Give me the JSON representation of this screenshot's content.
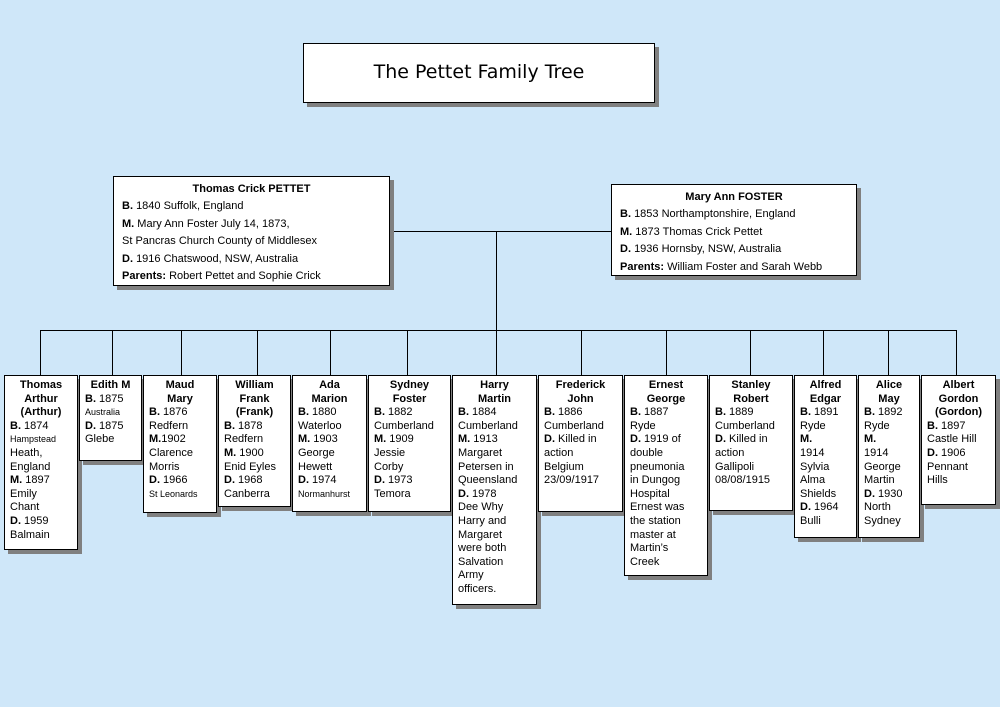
{
  "title": "The Pettet Family Tree",
  "father": {
    "name": "Thomas Crick PETTET",
    "born": "1840 Suffolk, England",
    "married": "Mary Ann Foster July 14, 1873,",
    "married_place": "St Pancras Church County of Middlesex",
    "died": "1916 Chatswood, NSW, Australia",
    "parents": "Robert Pettet and Sophie Crick"
  },
  "mother": {
    "name": "Mary Ann FOSTER",
    "born": "1853 Northamptonshire, England",
    "married": "1873 Thomas Crick Pettet",
    "died": "1936 Hornsby, NSW, Australia",
    "parents": "William Foster and Sarah Webb"
  },
  "labels": {
    "b": "B.",
    "m": "M.",
    "d": "D.",
    "parents": "Parents:"
  },
  "children": [
    {
      "name_lines": [
        "Thomas",
        "Arthur",
        "(Arthur)"
      ],
      "lines": [
        [
          {
            "t": "B.",
            "b": true
          },
          {
            "t": " 1874"
          }
        ],
        [
          {
            "t": "Hampstead",
            "s": true
          }
        ],
        [
          {
            "t": "Heath,"
          }
        ],
        [
          {
            "t": "England"
          }
        ],
        [
          {
            "t": "M.",
            "b": true
          },
          {
            "t": "  1897"
          }
        ],
        [
          {
            "t": "Emily"
          }
        ],
        [
          {
            "t": "Chant"
          }
        ],
        [
          {
            "t": "D.",
            "b": true
          },
          {
            "t": "  1959"
          }
        ],
        [
          {
            "t": "Balmain"
          }
        ]
      ]
    },
    {
      "name_lines": [
        "Edith M"
      ],
      "lines": [
        [
          {
            "t": "B.",
            "b": true
          },
          {
            "t": " 1875"
          }
        ],
        [
          {
            "t": "Australia",
            "s": true
          }
        ],
        [
          {
            "t": "D.",
            "b": true
          },
          {
            "t": " 1875"
          }
        ],
        [
          {
            "t": "Glebe"
          }
        ]
      ]
    },
    {
      "name_lines": [
        "Maud",
        "Mary"
      ],
      "lines": [
        [
          {
            "t": "B.",
            "b": true
          },
          {
            "t": " 1876"
          }
        ],
        [
          {
            "t": "Redfern"
          }
        ],
        [
          {
            "t": "M.",
            "b": true
          },
          {
            "t": "1902"
          }
        ],
        [
          {
            "t": "Clarence"
          }
        ],
        [
          {
            "t": "Morris"
          }
        ],
        [
          {
            "t": "D.",
            "b": true
          },
          {
            "t": " 1966"
          }
        ],
        [
          {
            "t": "St Leonards",
            "s": true
          }
        ]
      ]
    },
    {
      "name_lines": [
        "William",
        "Frank",
        "(Frank)"
      ],
      "lines": [
        [
          {
            "t": "B.",
            "b": true
          },
          {
            "t": " 1878"
          }
        ],
        [
          {
            "t": "Redfern"
          }
        ],
        [
          {
            "t": "M.",
            "b": true
          },
          {
            "t": " 1900"
          }
        ],
        [
          {
            "t": "Enid Eyles"
          }
        ],
        [
          {
            "t": "D.",
            "b": true
          },
          {
            "t": " 1968"
          }
        ],
        [
          {
            "t": "Canberra"
          }
        ]
      ]
    },
    {
      "name_lines": [
        "Ada",
        "Marion"
      ],
      "lines": [
        [
          {
            "t": "B.",
            "b": true
          },
          {
            "t": " 1880"
          }
        ],
        [
          {
            "t": "Waterloo"
          }
        ],
        [
          {
            "t": "M.",
            "b": true
          },
          {
            "t": " 1903"
          }
        ],
        [
          {
            "t": "George"
          }
        ],
        [
          {
            "t": "Hewett"
          }
        ],
        [
          {
            "t": "D.",
            "b": true
          },
          {
            "t": " 1974"
          }
        ],
        [
          {
            "t": "Normanhurst",
            "s": true
          }
        ]
      ]
    },
    {
      "name_lines": [
        "Sydney",
        "Foster"
      ],
      "lines": [
        [
          {
            "t": "B.",
            "b": true
          },
          {
            "t": " 1882"
          }
        ],
        [
          {
            "t": "Cumberland"
          }
        ],
        [
          {
            "t": "M.",
            "b": true
          },
          {
            "t": " 1909"
          }
        ],
        [
          {
            "t": "Jessie"
          }
        ],
        [
          {
            "t": "Corby"
          }
        ],
        [
          {
            "t": "D.",
            "b": true
          },
          {
            "t": " 1973"
          }
        ],
        [
          {
            "t": "Temora"
          }
        ]
      ]
    },
    {
      "name_lines": [
        "Harry",
        "Martin"
      ],
      "lines": [
        [
          {
            "t": "B.",
            "b": true
          },
          {
            "t": " 1884"
          }
        ],
        [
          {
            "t": "Cumberland"
          }
        ],
        [
          {
            "t": "M.",
            "b": true
          },
          {
            "t": " 1913"
          }
        ],
        [
          {
            "t": "Margaret"
          }
        ],
        [
          {
            "t": "Petersen in"
          }
        ],
        [
          {
            "t": "Queensland"
          }
        ],
        [
          {
            "t": "D.",
            "b": true
          },
          {
            "t": " 1978"
          }
        ],
        [
          {
            "t": "Dee Why"
          }
        ],
        [
          {
            "t": "Harry and"
          }
        ],
        [
          {
            "t": "Margaret"
          }
        ],
        [
          {
            "t": "were both"
          }
        ],
        [
          {
            "t": "Salvation"
          }
        ],
        [
          {
            "t": "Army"
          }
        ],
        [
          {
            "t": "officers."
          }
        ]
      ]
    },
    {
      "name_lines": [
        "Frederick",
        "John"
      ],
      "lines": [
        [
          {
            "t": "B.",
            "b": true
          },
          {
            "t": " 1886"
          }
        ],
        [
          {
            "t": "Cumberland"
          }
        ],
        [
          {
            "t": "D.",
            "b": true
          },
          {
            "t": " Killed in"
          }
        ],
        [
          {
            "t": "action"
          }
        ],
        [
          {
            "t": "Belgium"
          }
        ],
        [
          {
            "t": "23/09/1917"
          }
        ]
      ]
    },
    {
      "name_lines": [
        "Ernest",
        "George"
      ],
      "lines": [
        [
          {
            "t": "B.",
            "b": true
          },
          {
            "t": " 1887"
          }
        ],
        [
          {
            "t": "Ryde"
          }
        ],
        [
          {
            "t": "D.",
            "b": true
          },
          {
            "t": " 1919 of"
          }
        ],
        [
          {
            "t": "double"
          }
        ],
        [
          {
            "t": "pneumonia"
          }
        ],
        [
          {
            "t": "in Dungog"
          }
        ],
        [
          {
            "t": "Hospital"
          }
        ],
        [
          {
            "t": "Ernest was"
          }
        ],
        [
          {
            "t": "the station"
          }
        ],
        [
          {
            "t": "master at"
          }
        ],
        [
          {
            "t": "Martin’s"
          }
        ],
        [
          {
            "t": "Creek"
          }
        ]
      ]
    },
    {
      "name_lines": [
        "Stanley",
        "Robert"
      ],
      "lines": [
        [
          {
            "t": "B.",
            "b": true
          },
          {
            "t": " 1889"
          }
        ],
        [
          {
            "t": "Cumberland"
          }
        ],
        [
          {
            "t": "D.",
            "b": true
          },
          {
            "t": " Killed in"
          }
        ],
        [
          {
            "t": "action"
          }
        ],
        [
          {
            "t": "Gallipoli"
          }
        ],
        [
          {
            "t": "08/08/1915"
          }
        ]
      ]
    },
    {
      "name_lines": [
        "Alfred",
        "Edgar"
      ],
      "lines": [
        [
          {
            "t": "B.",
            "b": true
          },
          {
            "t": " 1891"
          }
        ],
        [
          {
            "t": "Ryde"
          }
        ],
        [
          {
            "t": "M.",
            "b": true
          }
        ],
        [
          {
            "t": "1914"
          }
        ],
        [
          {
            "t": "Sylvia"
          }
        ],
        [
          {
            "t": "Alma"
          }
        ],
        [
          {
            "t": "Shields"
          }
        ],
        [
          {
            "t": "D.",
            "b": true
          },
          {
            "t": " 1964"
          }
        ],
        [
          {
            "t": "Bulli"
          }
        ]
      ]
    },
    {
      "name_lines": [
        "Alice",
        "May"
      ],
      "lines": [
        [
          {
            "t": "B.",
            "b": true
          },
          {
            "t": " 1892"
          }
        ],
        [
          {
            "t": "Ryde"
          }
        ],
        [
          {
            "t": "M.",
            "b": true
          }
        ],
        [
          {
            "t": "1914"
          }
        ],
        [
          {
            "t": "George"
          }
        ],
        [
          {
            "t": "Martin"
          }
        ],
        [
          {
            "t": "D.",
            "b": true
          },
          {
            "t": " 1930"
          }
        ],
        [
          {
            "t": "North"
          }
        ],
        [
          {
            "t": "Sydney"
          }
        ]
      ]
    },
    {
      "name_lines": [
        "Albert",
        "Gordon",
        "(Gordon)"
      ],
      "lines": [
        [
          {
            "t": "B.",
            "b": true
          },
          {
            "t": " 1897"
          }
        ],
        [
          {
            "t": "Castle Hill"
          }
        ],
        [
          {
            "t": "D.",
            "b": true
          },
          {
            "t": " 1906"
          }
        ],
        [
          {
            "t": "Pennant"
          }
        ],
        [
          {
            "t": "Hills"
          }
        ]
      ]
    }
  ]
}
